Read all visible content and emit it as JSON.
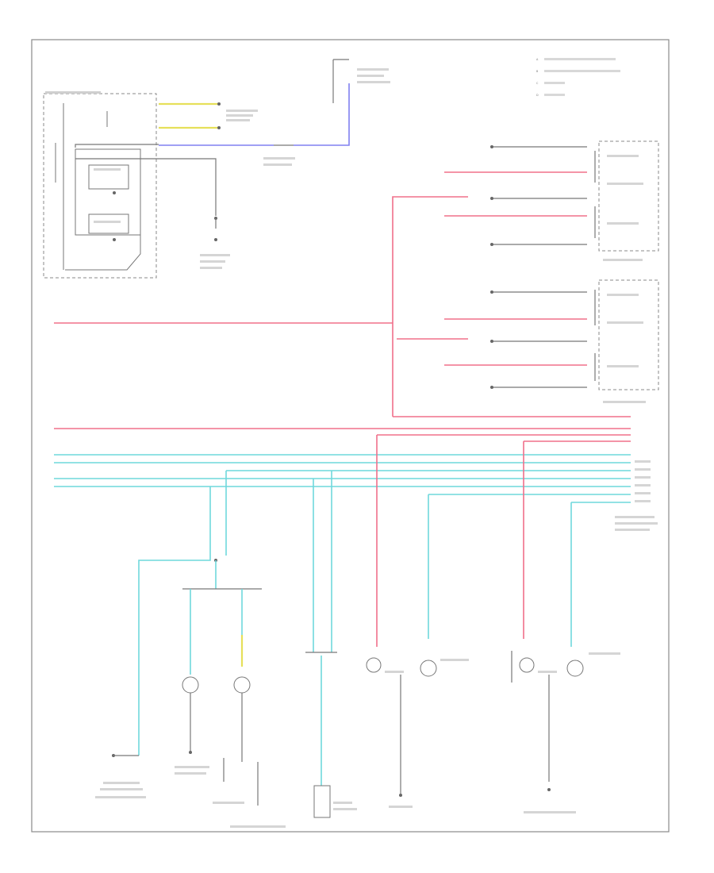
{
  "legend": {
    "items": [
      "A",
      "B",
      "C",
      "D"
    ]
  },
  "footer": {
    "code": ""
  }
}
